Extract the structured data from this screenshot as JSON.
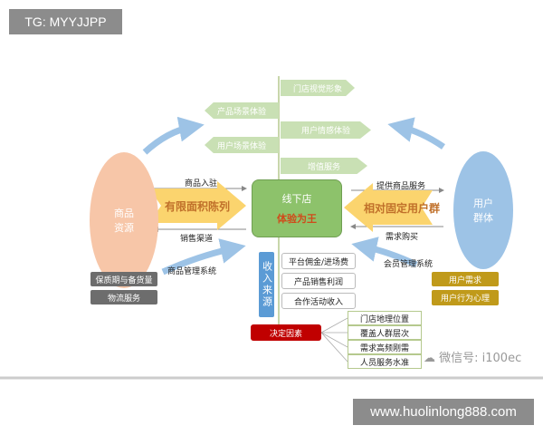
{
  "watermark_top": "TG: MYYJJPP",
  "watermark_bottom": "www.huolinlong888.com",
  "wechat": "微信号: i100ec",
  "banners": [
    "门店视觉形象",
    "产品场景体验",
    "用户情感体验",
    "用户场景体验",
    "增值服务"
  ],
  "left_oval": "商品\n资源",
  "right_oval": "用户\n群体",
  "center": {
    "title": "线下店",
    "subtitle": "体验为王"
  },
  "left_arrow": "有限面积陈列",
  "right_arrow": "相对固定用户群",
  "labels": {
    "l_in": "商品入驻",
    "l_out": "销售渠道",
    "l_sys": "商品管理系统",
    "r_in": "提供商品服务",
    "r_out": "需求购买",
    "r_sys": "会员管理系统"
  },
  "left_boxes": [
    "保质期与备货量",
    "物流服务"
  ],
  "right_boxes": [
    "用户需求",
    "用户行为心理"
  ],
  "income": {
    "title": "收入来源",
    "items": [
      "平台佣金/进场费",
      "产品销售利润",
      "合作活动收入"
    ]
  },
  "factors": {
    "title": "决定因素",
    "items": [
      "门店地理位置",
      "覆盖人群层次",
      "需求高频刚需",
      "人员服务水准"
    ]
  },
  "colors": {
    "banner": "#c9e0b4",
    "center": "#8dc26b",
    "yellow": "#fbd46e",
    "blue_oval": "#9dc3e6",
    "peach_oval": "#f7c6a8",
    "red": "#c00000",
    "gold": "#c09a1a",
    "gray": "#6d6d6d",
    "income": "#5b9bd5"
  }
}
